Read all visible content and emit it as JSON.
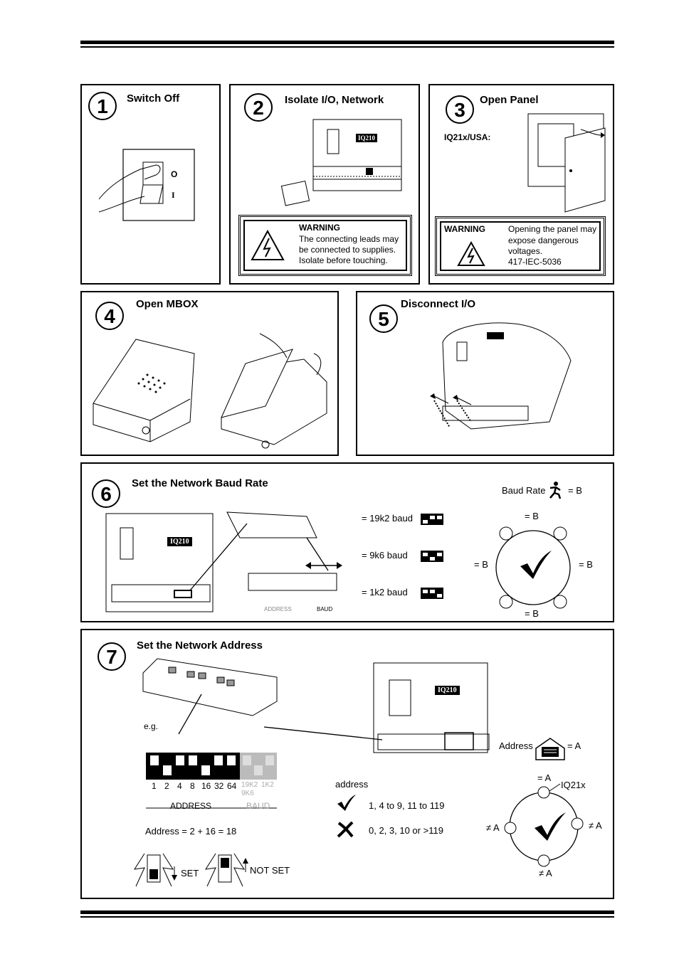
{
  "panel1": {
    "number": "1",
    "title": "Switch Off",
    "switch_off": "O",
    "switch_on": "I"
  },
  "panel2": {
    "number": "2",
    "title": "Isolate I/O, Network",
    "device_label": "IQ210",
    "warning": {
      "label": "WARNING",
      "lines": [
        "The connecting leads may",
        "be connected to supplies.",
        "Isolate before touching."
      ]
    }
  },
  "panel3": {
    "number": "3",
    "title": "Open Panel",
    "subtitle": "IQ21x/USA:",
    "warning": {
      "label": "WARNING",
      "lines": [
        "Opening the panel may",
        "expose dangerous",
        "voltages.",
        "417-IEC-5036"
      ]
    }
  },
  "panel4": {
    "number": "4",
    "title": "Open MBOX"
  },
  "panel5": {
    "number": "5",
    "title": "Disconnect I/O"
  },
  "panel6": {
    "number": "6",
    "title": "Set the Network Baud Rate",
    "device_label": "IQ210",
    "baud_options": [
      "= 19k2 baud",
      "= 9k6 baud",
      "= 1k2 baud"
    ],
    "switch_labels": [
      "19k2",
      "9k6",
      "1k2"
    ],
    "dip_labels": {
      "address": "ADDRESS",
      "baud": "BAUD"
    },
    "baud_rate_label": "Baud Rate",
    "eq_b": "= B",
    "ring": {
      "top": "= B",
      "left": "= B",
      "right": "= B",
      "bottom": "= B"
    }
  },
  "panel7": {
    "number": "7",
    "title": "Set the Network Address",
    "eg": "e.g.",
    "device_label": "IQ210",
    "address_switches": [
      "1",
      "2",
      "4",
      "8",
      "16",
      "32",
      "64"
    ],
    "baud_switches": [
      "19K2",
      "9K6",
      "1K2"
    ],
    "dip_labels": {
      "address": "ADDRESS",
      "baud": "BAUD"
    },
    "address_example": "Address = 2 + 16 = 18",
    "set_label": "SET",
    "not_set_label": "NOT SET",
    "address_heading": "address",
    "valid": "1, 4 to 9, 11 to 119",
    "invalid": "0, 2, 3, 10 or >119",
    "address_label": "Address",
    "eq_a": "= A",
    "ring": {
      "top": "= A",
      "ring_label": "IQ21x",
      "left": "≠ A",
      "right": "≠ A",
      "bottom": "≠ A"
    }
  },
  "icons": [
    "hazard-triangle-icon",
    "check-icon",
    "cross-icon",
    "running-man-icon",
    "envelope-icon",
    "arrow-up-icon",
    "arrow-down-icon"
  ]
}
